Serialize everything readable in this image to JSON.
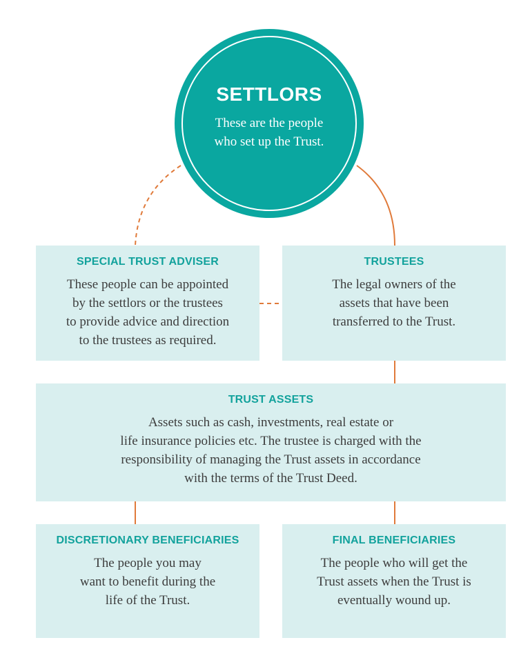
{
  "settlors": {
    "title": "SETTLORS",
    "description": "These are the people\nwho set up the Trust."
  },
  "special_trust_adviser": {
    "title": "SPECIAL TRUST ADVISER",
    "description": "These people can be appointed\nby the settlors or the trustees\nto provide advice and direction\nto the trustees as required."
  },
  "trustees": {
    "title": "TRUSTEES",
    "description": "The legal owners of the\nassets that have been\ntransferred to the Trust."
  },
  "trust_assets": {
    "title": "TRUST ASSETS",
    "description": "Assets such as cash, investments, real estate or\nlife insurance policies etc. The trustee is charged with the\nresponsibility of managing the Trust assets in accordance\nwith the terms of the Trust Deed."
  },
  "discretionary_beneficiaries": {
    "title": "DISCRETIONARY BENEFICIARIES",
    "description": "The people you may\nwant to benefit during the\nlife of the Trust."
  },
  "final_beneficiaries": {
    "title": "FINAL BENEFICIARIES",
    "description": "The people who will get the\nTrust assets when the Trust is\neventually wound up."
  },
  "colors": {
    "teal": "#0aa7a0",
    "teal_text": "#12a29c",
    "box_background": "#d9efef",
    "connector_orange": "#e07a3a"
  }
}
